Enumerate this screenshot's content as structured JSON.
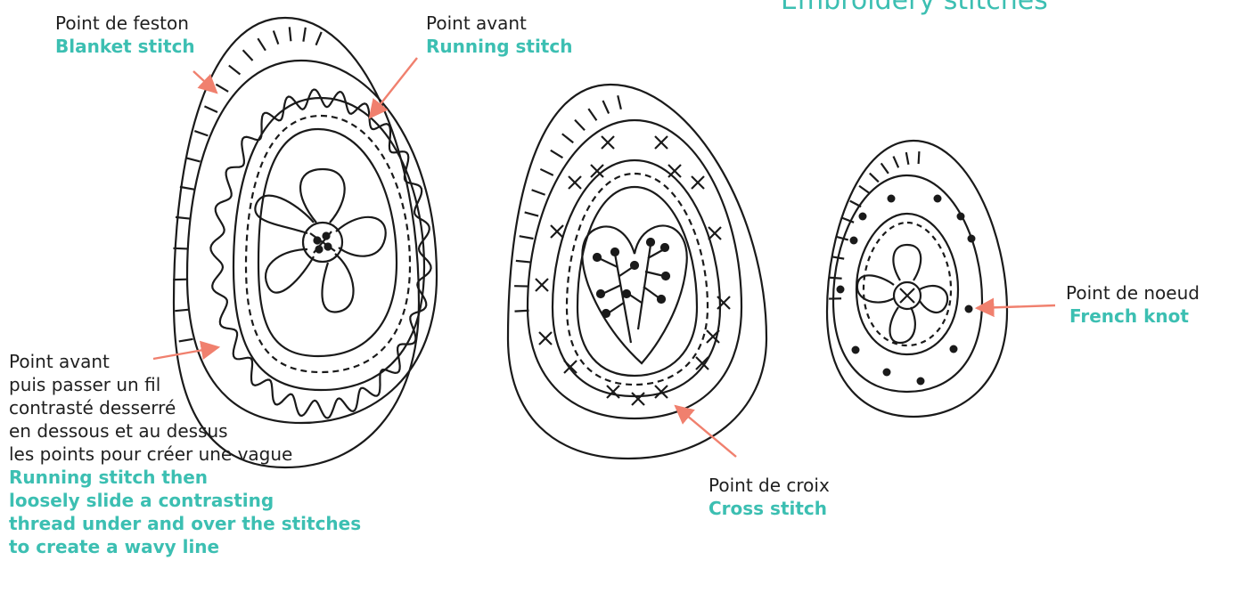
{
  "title": "Embroidery stitches",
  "labels": {
    "blanket": {
      "fr": "Point de feston",
      "en": "Blanket stitch"
    },
    "running": {
      "fr": "Point avant",
      "en": "Running stitch"
    },
    "wavy": {
      "fr": [
        "Point avant",
        "puis passer un fil",
        "contrasté desserré",
        "en dessous et au dessus",
        "les points pour créer une vague"
      ],
      "en": [
        "Running stitch then",
        "loosely slide a contrasting",
        "thread under and over the stitches",
        "to create a wavy line"
      ]
    },
    "cross": {
      "fr": "Point de croix",
      "en": "Cross stitch"
    },
    "french": {
      "fr": "Point de noeud",
      "en": "French knot"
    }
  },
  "colors": {
    "accent": "#3cbfb2",
    "arrow": "#f0806e",
    "line": "#1a1a1a"
  }
}
